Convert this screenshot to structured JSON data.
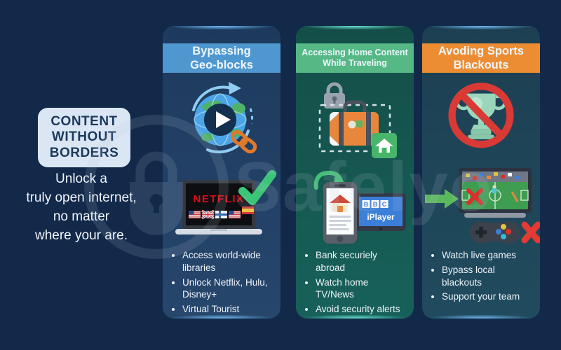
{
  "page": {
    "background": "#12294a",
    "watermark_text": "Safelyo",
    "watermark_logo": "shield-lock-icon"
  },
  "left_panel": {
    "badge_text": "CONTENT\nWITHOUT\nBORDERS",
    "badge_bg": "#dbe6f4",
    "badge_text_color": "#1b3a5c",
    "subtitle": "Unlock a\ntruly open internet,\nno matter\nwhere your are."
  },
  "cards": [
    {
      "title": "Bypassing\nGeo-blocks",
      "header_color": "#4f97cf",
      "icons": [
        "globe-play-link-icon",
        "netflix-laptop-check-icon"
      ],
      "screen_label": "NETFLIX",
      "flags": [
        "us",
        "uk",
        "finland",
        "us",
        "spain"
      ],
      "bullets": [
        "Access world-wide libraries",
        "Unlock Netflix, Hulu, Disney+",
        "Virtual Tourist"
      ]
    },
    {
      "title": "Accessing Home Content\nWhile Traveling",
      "header_color": "#55b885",
      "icons": [
        "locked-suitcase-home-icon",
        "phone-bbc-iplayer-icon"
      ],
      "screen_label_bbc": "BBC",
      "screen_label_iplayer": "iPlayer",
      "bullets": [
        "Bank securiely abroad",
        "Watch home TV/News",
        "Avoid security alerts"
      ]
    },
    {
      "title": "Avoding Sports\nBlackouts",
      "header_color": "#ec8d33",
      "icons": [
        "blocked-trophy-icon",
        "tv-game-controller-blocked-icon"
      ],
      "bullets": [
        "Watch live games",
        "Bypass local blackouts",
        "Support your team"
      ]
    }
  ]
}
